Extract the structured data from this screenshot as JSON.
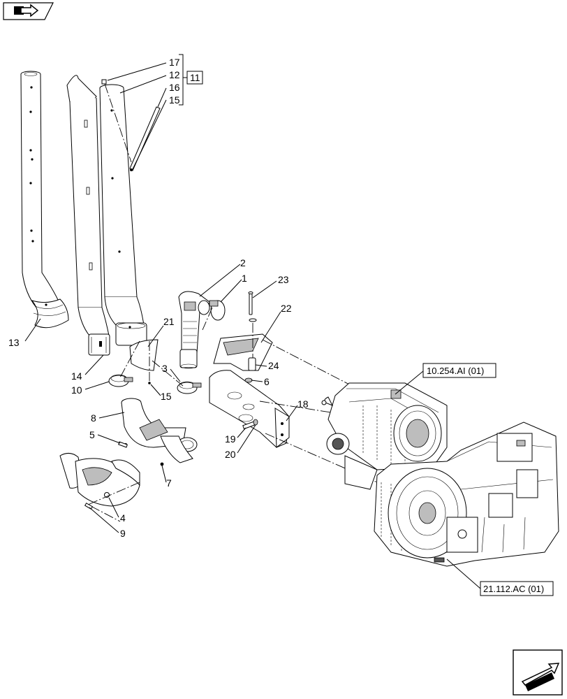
{
  "nav": {
    "top_icon": "folder-arrow-icon",
    "bottom_icon": "next-page-arrow-icon"
  },
  "callouts": {
    "c1": "1",
    "c2": "2",
    "c3": "3",
    "c4": "4",
    "c5": "5",
    "c6": "6",
    "c7": "7",
    "c8": "8",
    "c9": "9",
    "c10": "10",
    "c11": "11",
    "c12": "12",
    "c13": "13",
    "c14": "14",
    "c15a": "15",
    "c15b": "15",
    "c16": "16",
    "c17": "17",
    "c18": "18",
    "c19": "19",
    "c20": "20",
    "c21": "21",
    "c22": "22",
    "c23": "23",
    "c24": "24"
  },
  "references": {
    "engine": "10.254.AI (01)",
    "transmission": "21.112.AC (01)"
  }
}
